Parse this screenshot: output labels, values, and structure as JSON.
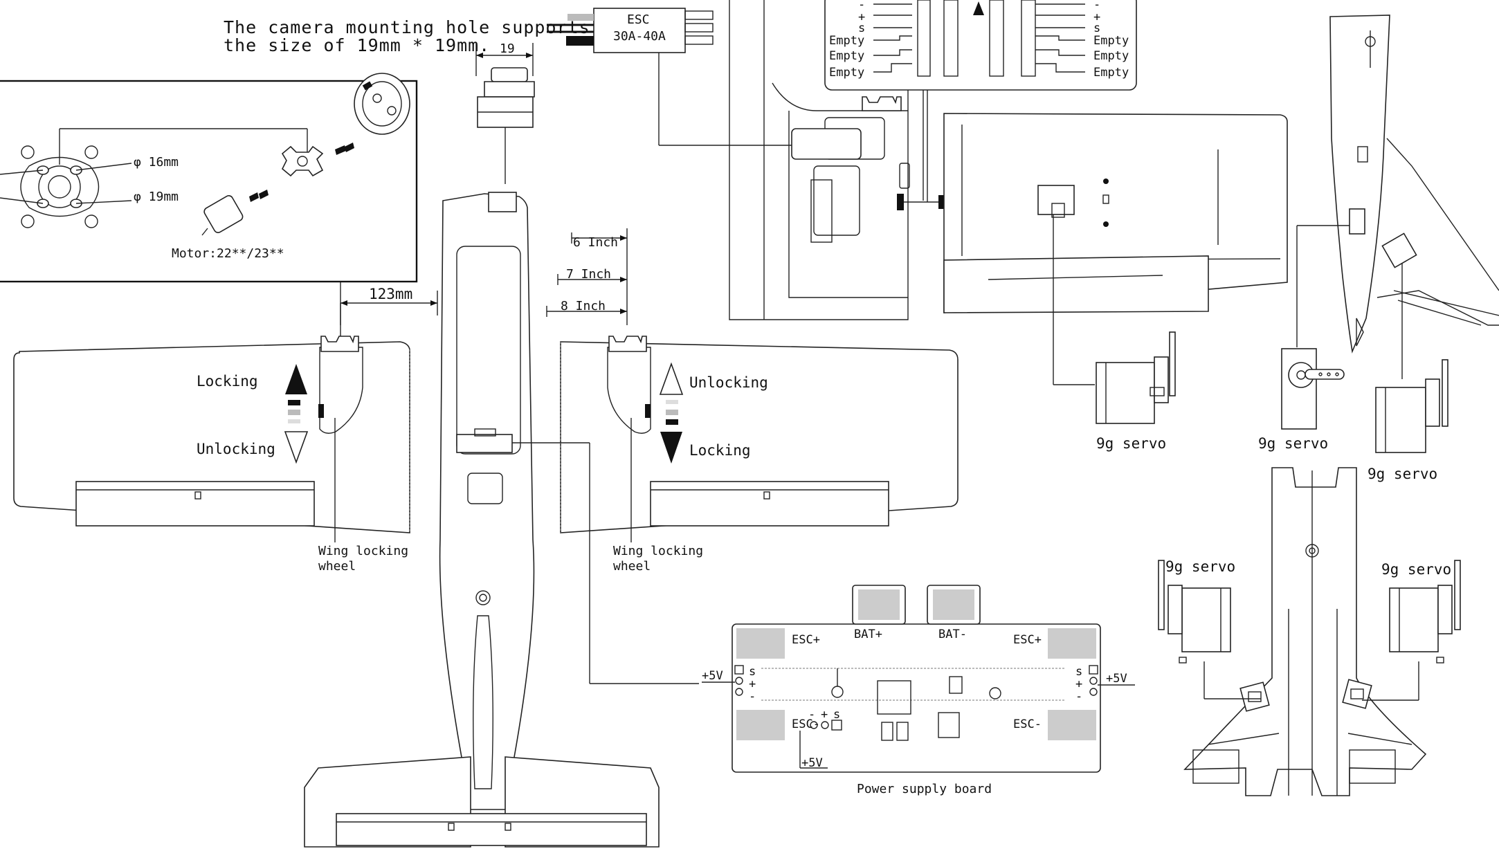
{
  "labels": {
    "camera_note_line1": "The camera mounting hole supports",
    "camera_note_line2": "the size of 19mm * 19mm.",
    "camera_dim": "19",
    "esc_title": "ESC",
    "esc_rating": "30A-40A",
    "phi16": "φ 16mm",
    "phi19": "φ 19mm",
    "motor": "Motor:22**/23**",
    "dim_123": "123mm",
    "inch6": "6 Inch",
    "inch7": "7 Inch",
    "inch8": "8 Inch",
    "left_locking": "Locking",
    "left_unlocking": "Unlocking",
    "right_unlocking": "Unlocking",
    "right_locking": "Locking",
    "wing_wheel_line1": "Wing locking",
    "wing_wheel_line2": "wheel",
    "servo": "9g servo",
    "esc_plus": "ESC+",
    "esc_minus": "ESC-",
    "bat_plus": "BAT+",
    "bat_minus": "BAT-",
    "v5": "+5V",
    "pin_s": "s",
    "pin_plus": "+",
    "pin_minus": "-",
    "psb_title": "Power supply board",
    "rx_minus": "-",
    "rx_plus": "+",
    "rx_s": "s",
    "rx_empty": "Empty"
  },
  "icons": [
    "screw-hole-icon",
    "arrow-up-icon",
    "arrow-down-icon",
    "servo-icon",
    "motor-icon",
    "connector-icon"
  ]
}
